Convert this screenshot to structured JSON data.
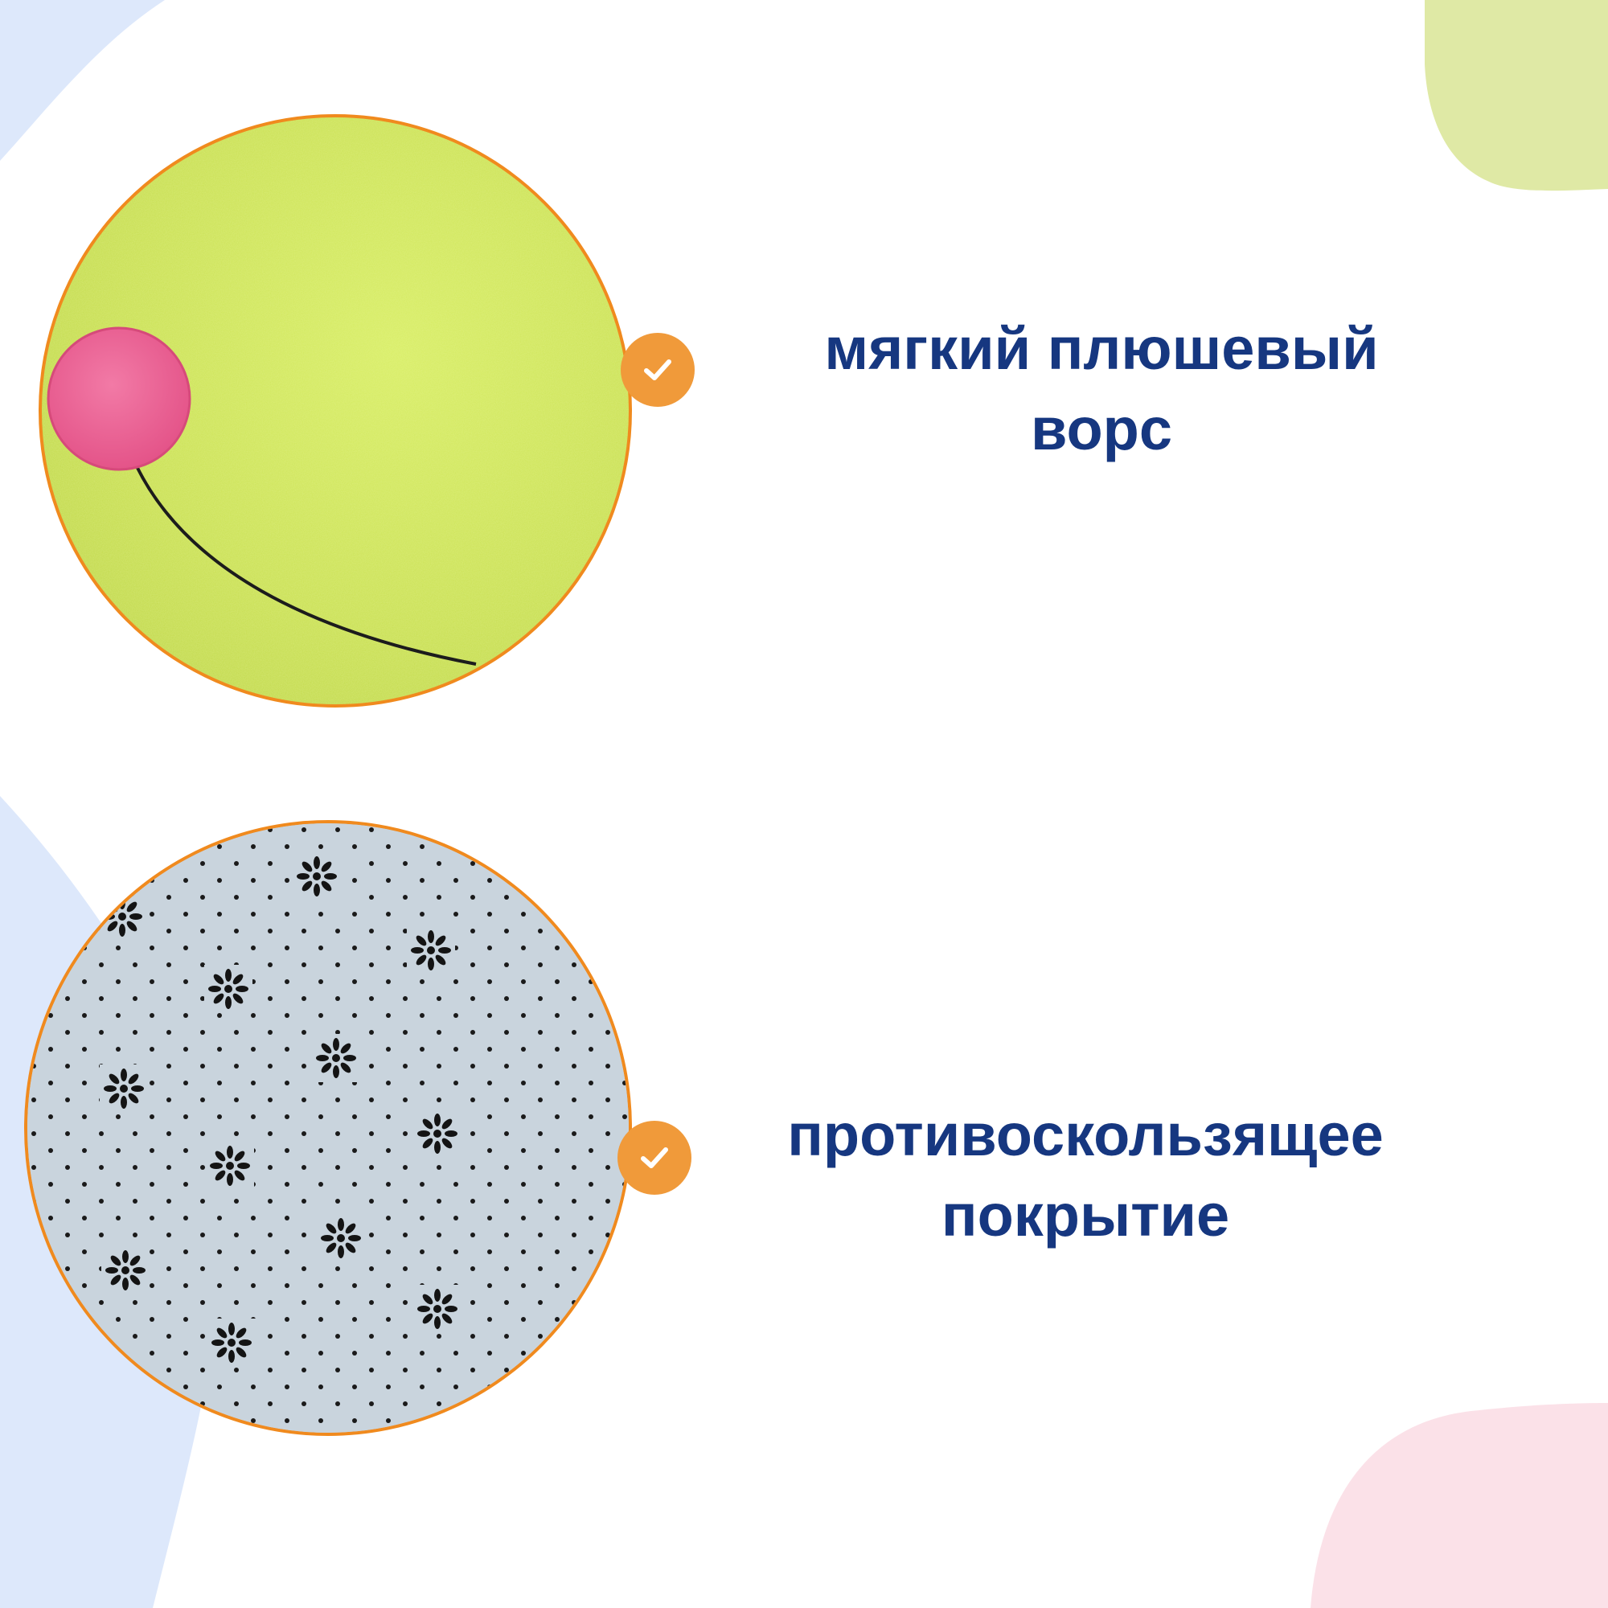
{
  "features": [
    {
      "line1": "мягкий плюшевый",
      "line2": "ворс",
      "image": "green-plush-fabric-closeup",
      "icon": "check-icon"
    },
    {
      "line1": "противоскользящее",
      "line2": "покрытие",
      "image": "anti-slip-dotted-backing-closeup",
      "icon": "check-icon"
    }
  ],
  "colors": {
    "text": "#163780",
    "accent": "#f08a1e",
    "badge": "#f09a3a",
    "blob_green": "#dfe9a5",
    "blob_blue": "#dde8fb",
    "blob_pink": "#fbe1e8",
    "plush": "#c9e052",
    "dots_bg": "#c8d3dc"
  }
}
